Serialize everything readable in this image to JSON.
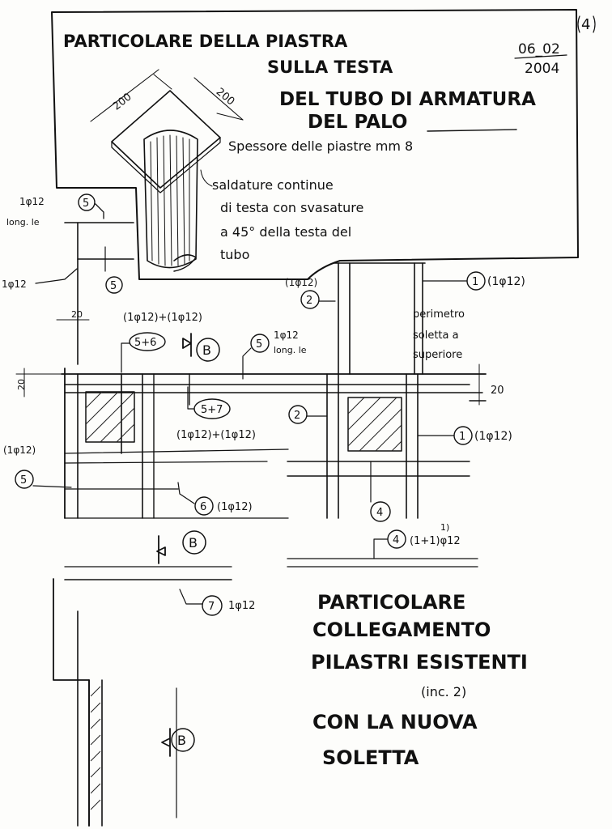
{
  "page_number": "4",
  "date": {
    "line1": "06_02",
    "line2": "2004"
  },
  "detail_plate": {
    "title_1": "PARTICOLARE DELLA PIASTRA",
    "title_2": "SULLA TESTA",
    "title_3": "DEL TUBO DI ARMATURA",
    "title_4": "DEL PALO",
    "dim_left": "200",
    "dim_right": "200",
    "thickness_note": "Spessore delle piastre mm 8",
    "weld_note_1": "saldature continue",
    "weld_note_2": "di testa con svasature",
    "weld_note_3": "a 45° della testa del",
    "weld_note_4": "tubo"
  },
  "labels": {
    "bar_1phi12": "1φ12",
    "bar_1phi12_paren": "(1φ12)",
    "longit": "long. le",
    "combo_1phi12_1phi12": "(1φ12)+(1φ12)",
    "combo_paren": "(1φ12)+(1φ12)",
    "dim_20": "20",
    "perimeter_note_1": "perimetro",
    "perimeter_note_2": "soletta a",
    "perimeter_note_3": "superiore",
    "section_B": "B",
    "one_phi_12_plus": "(1+1)φ12",
    "plus_1": "1)"
  },
  "markers": {
    "m1": "1",
    "m2": "2",
    "m4": "4",
    "m5": "5",
    "m6": "6",
    "m7": "7",
    "m5plus6": "5+6",
    "m5plus7": "5+7"
  },
  "detail_connection": {
    "title_1": "PARTICOLARE",
    "title_2": "COLLEGAMENTO",
    "title_3": "PILASTRI ESISTENTI",
    "title_4": "(inc. 2)",
    "title_5": "CON LA NUOVA",
    "title_6": "SOLETTA"
  }
}
